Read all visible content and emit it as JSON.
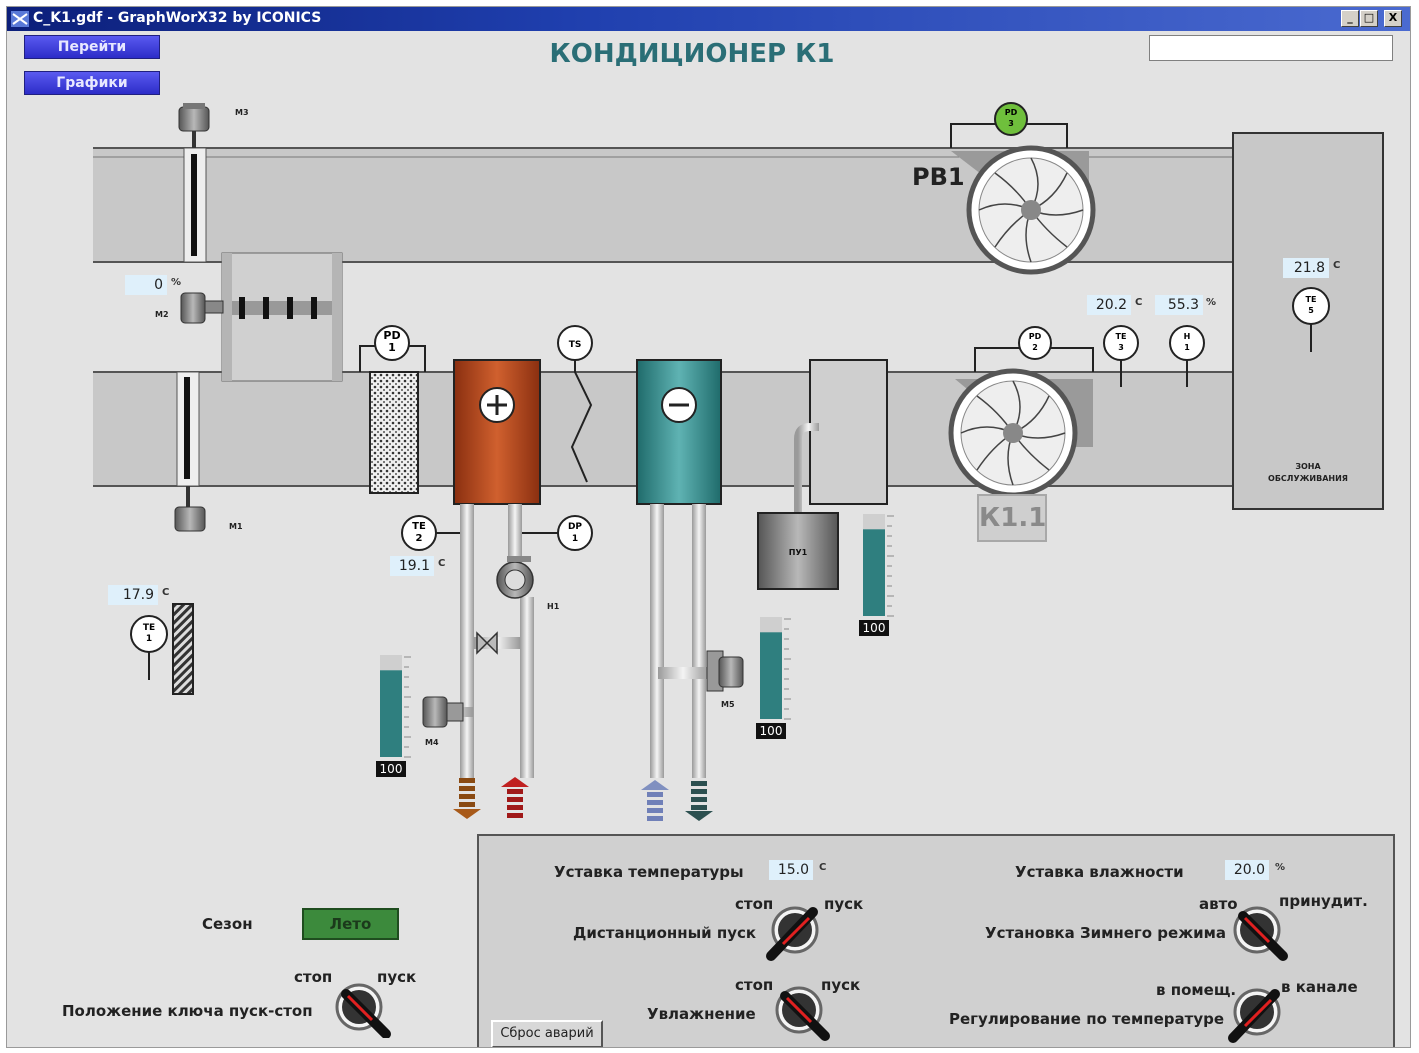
{
  "window": {
    "title": "C_K1.gdf - GraphWorX32 by ICONICS",
    "min_label": "_",
    "max_label": "□",
    "close_label": "X"
  },
  "nav": {
    "goto_label": "Перейти",
    "charts_label": "Графики"
  },
  "screen_title": "КОНДИЦИОНЕР К1",
  "equipment": {
    "fan_exhaust_label": "РВ1",
    "unit_label": "К1.1",
    "zone_label": "ЗОНА ОБСЛУЖИВАНИЯ",
    "valve_labels": [
      "М3",
      "М2",
      "М1",
      "М4",
      "М5"
    ],
    "humidifier_label": "ПУ1",
    "pump_label": "Н1",
    "sensors": {
      "pd1": [
        "PD",
        "1"
      ],
      "ts": "TS",
      "te2": [
        "TE",
        "2"
      ],
      "dp1": [
        "DP",
        "1"
      ],
      "te1": [
        "TE",
        "1"
      ],
      "pd2": [
        "PD",
        "2"
      ],
      "pd3": [
        "PD",
        "3"
      ],
      "te3": [
        "TE",
        "3"
      ],
      "h1": [
        "H",
        "1"
      ],
      "te5": [
        "TE",
        "5"
      ]
    }
  },
  "readings": {
    "damper_pos": {
      "value": "0",
      "unit": "%"
    },
    "te1": {
      "value": "17.9",
      "unit": "C"
    },
    "te2": {
      "value": "19.1",
      "unit": "C"
    },
    "te3": {
      "value": "20.2",
      "unit": "C"
    },
    "h1": {
      "value": "55.3",
      "unit": "%"
    },
    "te5": {
      "value": "21.8",
      "unit": "C"
    }
  },
  "scales": {
    "heater_valve": {
      "label": "100",
      "fill": 0.85
    },
    "cooler_valve": {
      "label": "100",
      "fill": 0.85
    },
    "humidifier": {
      "label": "100",
      "fill": 0.85
    }
  },
  "season": {
    "label": "Сезон",
    "value": "Лето",
    "color": "#3c8a3c"
  },
  "key_switch": {
    "label": "Положение ключа пуск-стоп",
    "stop": "стоп",
    "start": "пуск"
  },
  "panel": {
    "temp_setpoint_label": "Уставка температуры",
    "temp_setpoint_value": "15.0",
    "temp_unit": "C",
    "hum_setpoint_label": "Уставка влажности",
    "hum_setpoint_value": "20.0",
    "hum_unit": "%",
    "remote_start_label": "Дистанционный пуск",
    "remote_stop": "стоп",
    "remote_start": "пуск",
    "winter_mode_label": "Установка Зимнего режима",
    "winter_auto": "авто",
    "winter_forced": "принудит.",
    "humidify_label": "Увлажнение",
    "humidify_stop": "стоп",
    "humidify_start": "пуск",
    "temp_reg_label": "Регулирование по температуре",
    "temp_reg_room": "в помещ.",
    "temp_reg_duct": "в канале",
    "reset_label": "Сброс аварий"
  },
  "colors": {
    "heater": "#b4461e",
    "cooler": "#2f8c8c",
    "duct": "#c8c8c8",
    "knob_marker": "#e02020",
    "sensor_ok": "#6fbf3c"
  }
}
